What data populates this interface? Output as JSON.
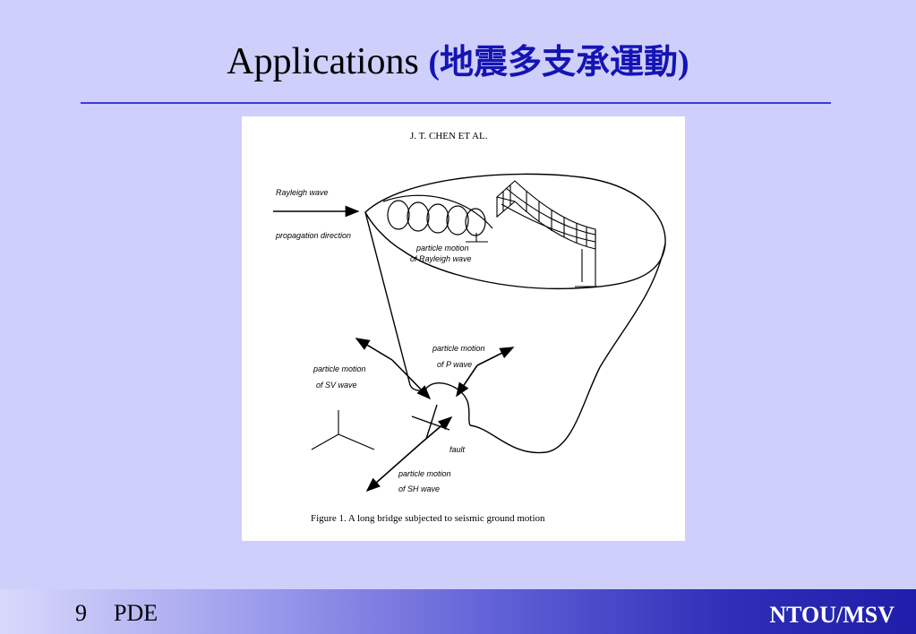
{
  "slide": {
    "title_latin": "Applications",
    "title_cjk": "(地震多支承運動)",
    "page_number": "9",
    "footer_left": "PDE",
    "footer_right": "NTOU/MSV"
  },
  "figure": {
    "header": "J. T. CHEN ET AL.",
    "labels": {
      "rayleigh_wave": "Rayleigh wave",
      "propagation_direction": "propagation direction",
      "particle_motion_rayleigh_1": "particle motion",
      "particle_motion_rayleigh_2": "of Rayleigh wave",
      "particle_motion_p_1": "particle motion",
      "particle_motion_p_2": "of P wave",
      "particle_motion_sv_1": "particle motion",
      "particle_motion_sv_2": "of SV wave",
      "fault": "fault",
      "particle_motion_sh_1": "particle motion",
      "particle_motion_sh_2": "of SH wave"
    },
    "caption": "Figure 1. A long bridge subjected to seismic ground motion"
  }
}
